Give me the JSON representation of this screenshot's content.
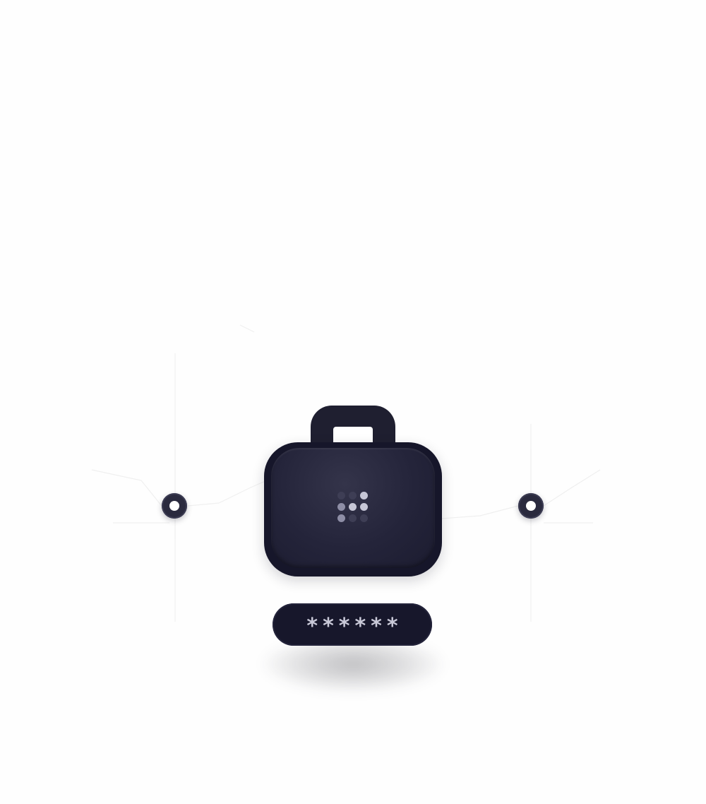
{
  "illustration": {
    "password_field": {
      "masked_value": "******"
    },
    "icons": {
      "case": "lock-case-icon",
      "keypad": "keypad-icon",
      "left_node": "connector-node-icon",
      "right_node": "connector-node-icon"
    },
    "keypad_dots": [
      "dim",
      "dim",
      "lit",
      "mid",
      "lit",
      "lit",
      "mid",
      "dim",
      "dim"
    ],
    "colors": {
      "background": "#fefefe",
      "case_dark": "#16162a",
      "case_inner": "#24243a",
      "dot_lit": "#c6c6d6",
      "mask_text": "#c9c9d8"
    }
  }
}
